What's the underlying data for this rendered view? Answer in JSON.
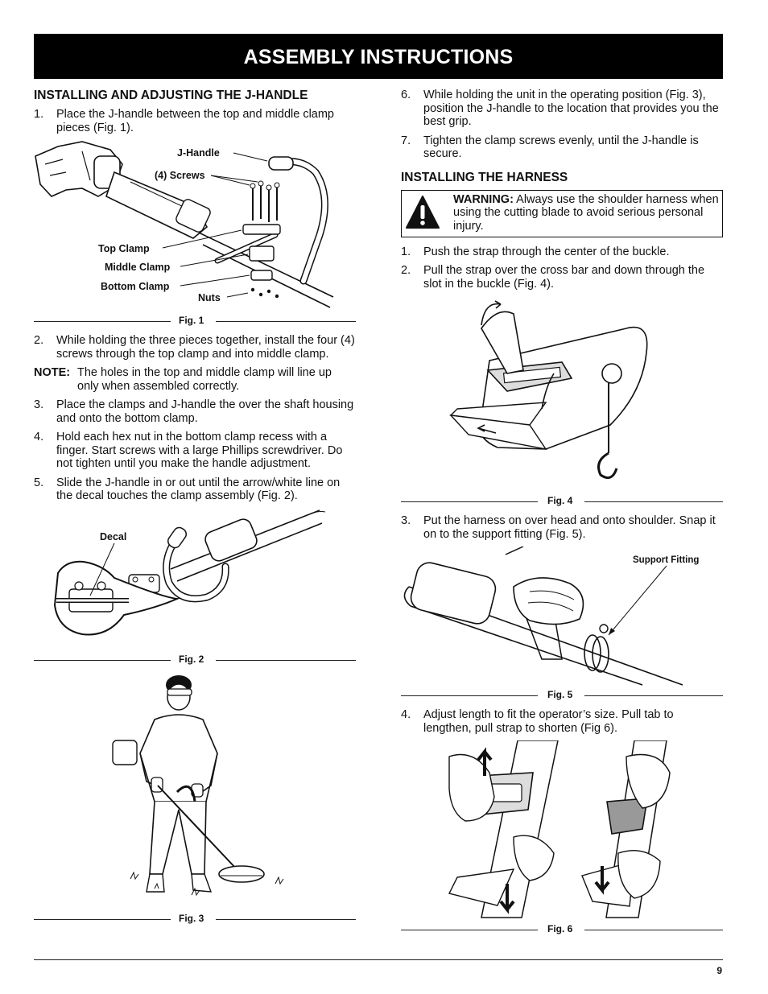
{
  "header": {
    "title": "ASSEMBLY INSTRUCTIONS"
  },
  "left": {
    "section_title": "INSTALLING AND ADJUSTING THE J-HANDLE",
    "step1": {
      "num": "1.",
      "text": "Place the J-handle between the top and middle clamp pieces (Fig. 1)."
    },
    "fig1": {
      "caption": "Fig. 1",
      "labels": {
        "jhandle": "J-Handle",
        "screws": "(4) Screws",
        "top_clamp": "Top Clamp",
        "middle_clamp": "Middle Clamp",
        "bottom_clamp": "Bottom Clamp",
        "nuts": "Nuts"
      }
    },
    "step2": {
      "num": "2.",
      "text": "While holding the three pieces together, install the four (4) screws through the top clamp and into middle clamp."
    },
    "note": {
      "label": "NOTE:",
      "text": "The holes in the top and middle clamp will line up only when assembled correctly."
    },
    "step3": {
      "num": "3.",
      "text": "Place the clamps and J-handle the over the shaft housing and onto the bottom clamp."
    },
    "step4": {
      "num": "4.",
      "text": "Hold each hex nut in the bottom clamp recess with a finger. Start screws with a large Phillips screwdriver. Do not tighten until you make the handle adjustment."
    },
    "step5": {
      "num": "5.",
      "text": "Slide the J-handle in or out until the arrow/white line on the decal touches the clamp assembly (Fig. 2)."
    },
    "fig2": {
      "caption": "Fig. 2",
      "labels": {
        "decal": "Decal"
      }
    },
    "fig3": {
      "caption": "Fig. 3"
    }
  },
  "right": {
    "step6": {
      "num": "6.",
      "text": "While holding the unit in the operating position (Fig. 3), position the J-handle to the location that provides you the best grip."
    },
    "step7": {
      "num": "7.",
      "text": "Tighten the clamp screws evenly, until the J-handle is secure."
    },
    "section_title": "INSTALLING THE HARNESS",
    "warning": {
      "label": "WARNING:",
      "text": "Always use the shoulder harness when using the cutting blade to avoid serious personal injury."
    },
    "hstep1": {
      "num": "1.",
      "text": "Push the strap through the center of the buckle."
    },
    "hstep2": {
      "num": "2.",
      "text": "Pull the strap over the cross bar and down through the slot in the buckle (Fig. 4)."
    },
    "fig4": {
      "caption": "Fig. 4"
    },
    "hstep3": {
      "num": "3.",
      "text": "Put the harness on over head and onto shoulder. Snap it on to the support fitting (Fig. 5)."
    },
    "fig5": {
      "caption": "Fig. 5",
      "labels": {
        "support": "Support Fitting"
      }
    },
    "hstep4": {
      "num": "4.",
      "text": "Adjust length to fit the operator’s size. Pull tab to lengthen, pull strap to shorten (Fig 6)."
    },
    "fig6": {
      "caption": "Fig. 6"
    }
  },
  "footer": {
    "page": "9"
  }
}
